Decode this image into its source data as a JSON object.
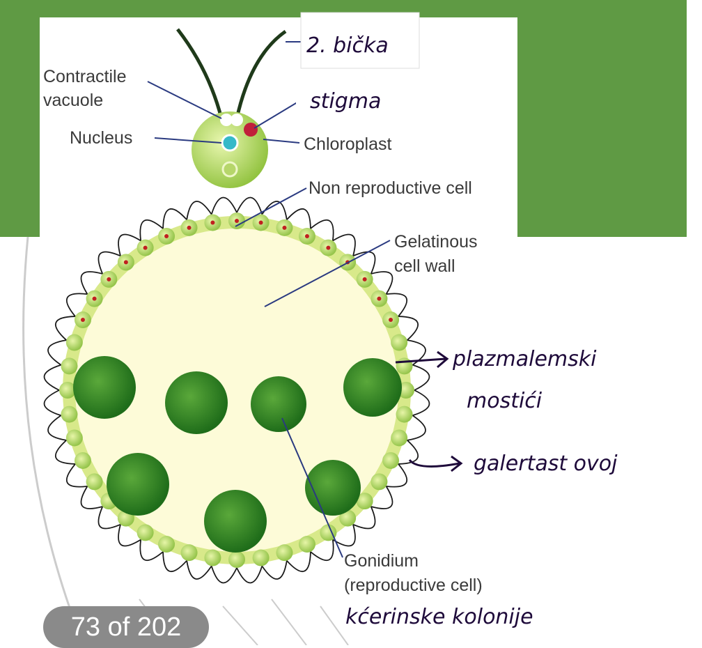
{
  "labels": {
    "contractile_vacuole_1": "Contractile",
    "contractile_vacuole_2": "vacuole",
    "nucleus": "Nucleus",
    "chloroplast": "Chloroplast",
    "non_reproductive_cell": "Non reproductive cell",
    "gelatinous_1": "Gelatinous",
    "gelatinous_2": "cell wall",
    "gonidium_1": "Gonidium",
    "gonidium_2": "(reproductive cell)"
  },
  "handwritten": {
    "flagella": "2. bička",
    "stigma": "stigma",
    "bridges_1": "plazmalemski",
    "bridges_2": "mostići",
    "jelly": "galertast ovoj",
    "daughter": "kćerinske kolonije"
  },
  "pager": {
    "text": "73 of 202"
  },
  "colors": {
    "background_green": "#5f9a44",
    "ink": "#1e0a3a",
    "cell_green": "#3f8f2a",
    "matrix": "#fdfbd8"
  }
}
